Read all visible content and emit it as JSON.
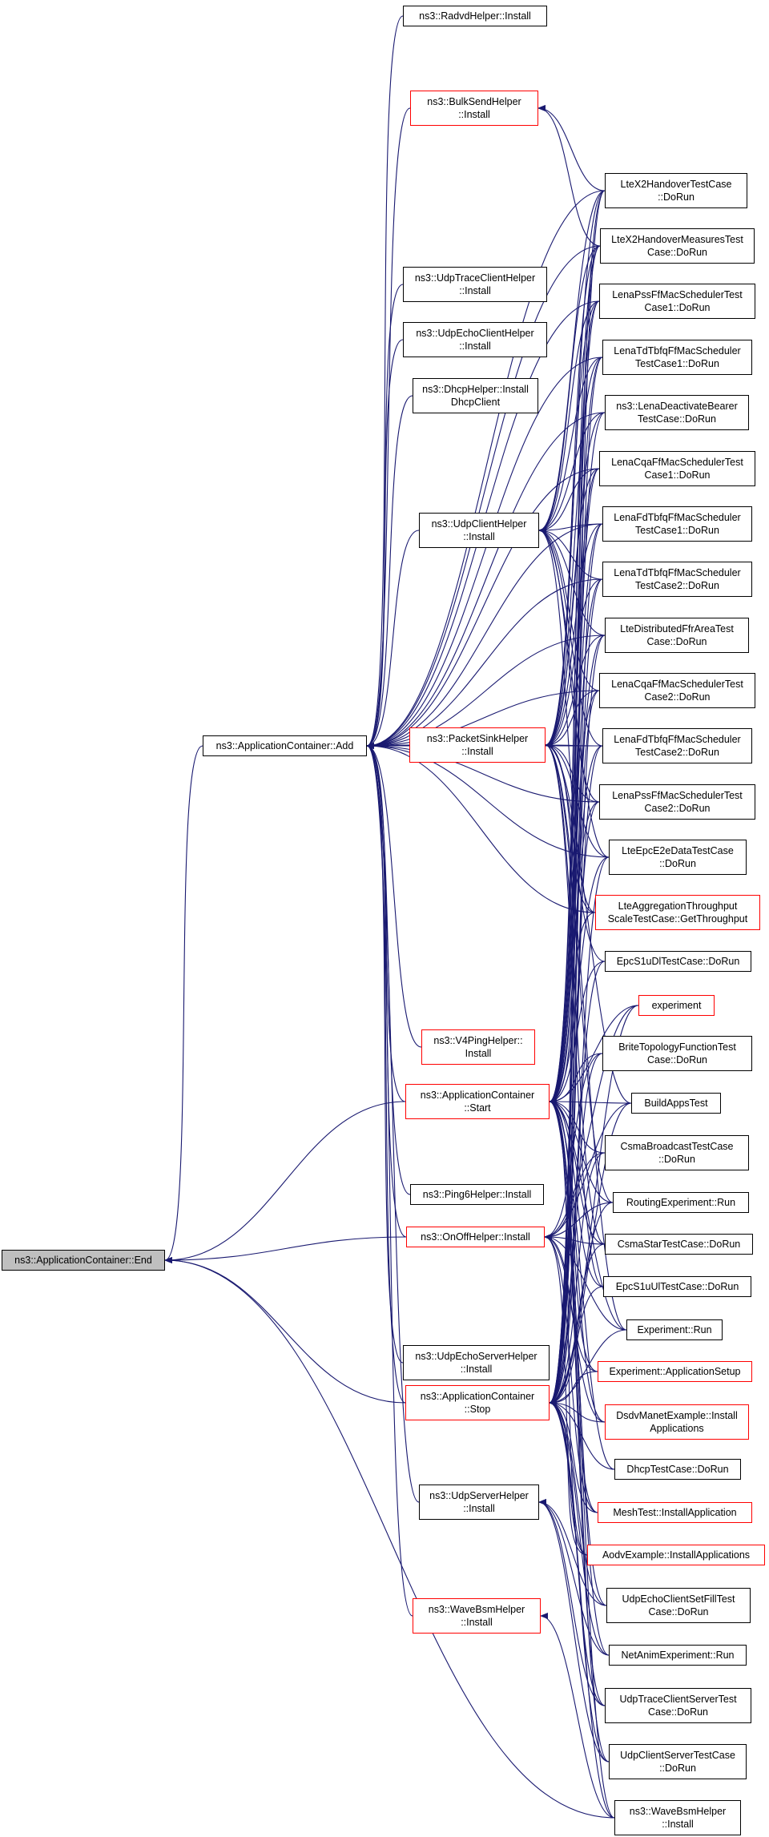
{
  "nodes": [
    {
      "id": "end",
      "label": "ns3::ApplicationContainer::End",
      "red": false,
      "root": true
    },
    {
      "id": "add",
      "label": "ns3::ApplicationContainer::Add",
      "red": false
    },
    {
      "id": "radvd",
      "label": "ns3::RadvdHelper::Install",
      "red": false
    },
    {
      "id": "bulksend",
      "label": "ns3::BulkSendHelper\n::Install",
      "red": true
    },
    {
      "id": "udptraceclient",
      "label": "ns3::UdpTraceClientHelper\n::Install",
      "red": false
    },
    {
      "id": "udpechoclient",
      "label": "ns3::UdpEchoClientHelper\n::Install",
      "red": false
    },
    {
      "id": "dhcp",
      "label": "ns3::DhcpHelper::Install\nDhcpClient",
      "red": false
    },
    {
      "id": "udpclient",
      "label": "ns3::UdpClientHelper\n::Install",
      "red": false
    },
    {
      "id": "packetsink",
      "label": "ns3::PacketSinkHelper\n::Install",
      "red": true
    },
    {
      "id": "v4ping",
      "label": "ns3::V4PingHelper::\nInstall",
      "red": true
    },
    {
      "id": "start",
      "label": "ns3::ApplicationContainer\n::Start",
      "red": true
    },
    {
      "id": "ping6",
      "label": "ns3::Ping6Helper::Install",
      "red": false
    },
    {
      "id": "onoff",
      "label": "ns3::OnOffHelper::Install",
      "red": true
    },
    {
      "id": "udpechoserver",
      "label": "ns3::UdpEchoServerHelper\n::Install",
      "red": false
    },
    {
      "id": "stop",
      "label": "ns3::ApplicationContainer\n::Stop",
      "red": true
    },
    {
      "id": "udpserver",
      "label": "ns3::UdpServerHelper\n::Install",
      "red": false
    },
    {
      "id": "wavebsm",
      "label": "ns3::WaveBsmHelper\n::Install",
      "red": true
    },
    {
      "id": "x2ho",
      "label": "LteX2HandoverTestCase\n::DoRun",
      "red": false
    },
    {
      "id": "x2hom",
      "label": "LteX2HandoverMeasuresTest\nCase::DoRun",
      "red": false
    },
    {
      "id": "pss1",
      "label": "LenaPssFfMacSchedulerTest\nCase1::DoRun",
      "red": false
    },
    {
      "id": "tdtbfq1",
      "label": "LenaTdTbfqFfMacScheduler\nTestCase1::DoRun",
      "red": false
    },
    {
      "id": "deact",
      "label": "ns3::LenaDeactivateBearer\nTestCase::DoRun",
      "red": false
    },
    {
      "id": "cqa1",
      "label": "LenaCqaFfMacSchedulerTest\nCase1::DoRun",
      "red": false
    },
    {
      "id": "fdtbfq1",
      "label": "LenaFdTbfqFfMacScheduler\nTestCase1::DoRun",
      "red": false
    },
    {
      "id": "tdtbfq2",
      "label": "LenaTdTbfqFfMacScheduler\nTestCase2::DoRun",
      "red": false
    },
    {
      "id": "dffr",
      "label": "LteDistributedFfrAreaTest\nCase::DoRun",
      "red": false
    },
    {
      "id": "cqa2",
      "label": "LenaCqaFfMacSchedulerTest\nCase2::DoRun",
      "red": false
    },
    {
      "id": "fdtbfq2",
      "label": "LenaFdTbfqFfMacScheduler\nTestCase2::DoRun",
      "red": false
    },
    {
      "id": "pss2",
      "label": "LenaPssFfMacSchedulerTest\nCase2::DoRun",
      "red": false
    },
    {
      "id": "epce2e",
      "label": "LteEpcE2eDataTestCase\n::DoRun",
      "red": false
    },
    {
      "id": "aggr",
      "label": "LteAggregationThroughput\nScaleTestCase::GetThroughput",
      "red": true
    },
    {
      "id": "s1udl",
      "label": "EpcS1uDlTestCase::DoRun",
      "red": false
    },
    {
      "id": "experiment",
      "label": "experiment",
      "red": true
    },
    {
      "id": "brite",
      "label": "BriteTopologyFunctionTest\nCase::DoRun",
      "red": false
    },
    {
      "id": "buildapps",
      "label": "BuildAppsTest",
      "red": false
    },
    {
      "id": "csmabc",
      "label": "CsmaBroadcastTestCase\n::DoRun",
      "red": false
    },
    {
      "id": "routing",
      "label": "RoutingExperiment::Run",
      "red": false
    },
    {
      "id": "csmastar",
      "label": "CsmaStarTestCase::DoRun",
      "red": false
    },
    {
      "id": "s1uul",
      "label": "EpcS1uUlTestCase::DoRun",
      "red": false
    },
    {
      "id": "exprun",
      "label": "Experiment::Run",
      "red": false
    },
    {
      "id": "appsetup",
      "label": "Experiment::ApplicationSetup",
      "red": true
    },
    {
      "id": "dsdv",
      "label": "DsdvManetExample::Install\nApplications",
      "red": true
    },
    {
      "id": "dhcptest",
      "label": "DhcpTestCase::DoRun",
      "red": false
    },
    {
      "id": "mesh",
      "label": "MeshTest::InstallApplication",
      "red": true
    },
    {
      "id": "aodv",
      "label": "AodvExample::InstallApplications",
      "red": true
    },
    {
      "id": "udpechofill",
      "label": "UdpEchoClientSetFillTest\nCase::DoRun",
      "red": false
    },
    {
      "id": "netanim",
      "label": "NetAnimExperiment::Run",
      "red": false
    },
    {
      "id": "udptcs",
      "label": "UdpTraceClientServerTest\nCase::DoRun",
      "red": false
    },
    {
      "id": "udpcs",
      "label": "UdpClientServerTestCase\n::DoRun",
      "red": false
    },
    {
      "id": "wavebsm2",
      "label": "ns3::WaveBsmHelper\n::Install",
      "red": false
    }
  ],
  "edges": [
    [
      "add",
      "end"
    ],
    [
      "start",
      "end"
    ],
    [
      "onoff",
      "end"
    ],
    [
      "stop",
      "end"
    ],
    [
      "wavebsm2",
      "end"
    ],
    [
      "radvd",
      "add"
    ],
    [
      "bulksend",
      "add"
    ],
    [
      "udptraceclient",
      "add"
    ],
    [
      "udpechoclient",
      "add"
    ],
    [
      "dhcp",
      "add"
    ],
    [
      "udpclient",
      "add"
    ],
    [
      "packetsink",
      "add"
    ],
    [
      "v4ping",
      "add"
    ],
    [
      "start",
      "add"
    ],
    [
      "ping6",
      "add"
    ],
    [
      "onoff",
      "add"
    ],
    [
      "udpechoserver",
      "add"
    ],
    [
      "stop",
      "add"
    ],
    [
      "udpserver",
      "add"
    ],
    [
      "wavebsm",
      "add"
    ],
    [
      "x2ho",
      "add"
    ],
    [
      "x2hom",
      "add"
    ],
    [
      "pss1",
      "add"
    ],
    [
      "tdtbfq1",
      "add"
    ],
    [
      "deact",
      "add"
    ],
    [
      "cqa1",
      "add"
    ],
    [
      "fdtbfq1",
      "add"
    ],
    [
      "tdtbfq2",
      "add"
    ],
    [
      "dffr",
      "add"
    ],
    [
      "cqa2",
      "add"
    ],
    [
      "fdtbfq2",
      "add"
    ],
    [
      "pss2",
      "add"
    ],
    [
      "aggr",
      "add"
    ],
    [
      "epce2e",
      "add"
    ],
    [
      "x2ho",
      "bulksend"
    ],
    [
      "x2hom",
      "bulksend"
    ],
    [
      "x2ho",
      "udpclient"
    ],
    [
      "x2hom",
      "udpclient"
    ],
    [
      "pss1",
      "udpclient"
    ],
    [
      "tdtbfq1",
      "udpclient"
    ],
    [
      "deact",
      "udpclient"
    ],
    [
      "cqa1",
      "udpclient"
    ],
    [
      "fdtbfq1",
      "udpclient"
    ],
    [
      "tdtbfq2",
      "udpclient"
    ],
    [
      "dffr",
      "udpclient"
    ],
    [
      "cqa2",
      "udpclient"
    ],
    [
      "fdtbfq2",
      "udpclient"
    ],
    [
      "pss2",
      "udpclient"
    ],
    [
      "epce2e",
      "udpclient"
    ],
    [
      "aggr",
      "udpclient"
    ],
    [
      "x2ho",
      "packetsink"
    ],
    [
      "x2hom",
      "packetsink"
    ],
    [
      "pss1",
      "packetsink"
    ],
    [
      "tdtbfq1",
      "packetsink"
    ],
    [
      "deact",
      "packetsink"
    ],
    [
      "cqa1",
      "packetsink"
    ],
    [
      "fdtbfq1",
      "packetsink"
    ],
    [
      "tdtbfq2",
      "packetsink"
    ],
    [
      "dffr",
      "packetsink"
    ],
    [
      "cqa2",
      "packetsink"
    ],
    [
      "fdtbfq2",
      "packetsink"
    ],
    [
      "pss2",
      "packetsink"
    ],
    [
      "epce2e",
      "packetsink"
    ],
    [
      "aggr",
      "packetsink"
    ],
    [
      "s1udl",
      "packetsink"
    ],
    [
      "s1uul",
      "packetsink"
    ],
    [
      "buildapps",
      "packetsink"
    ],
    [
      "exprun",
      "packetsink"
    ],
    [
      "routing",
      "packetsink"
    ],
    [
      "csmastar",
      "packetsink"
    ],
    [
      "x2ho",
      "start"
    ],
    [
      "x2hom",
      "start"
    ],
    [
      "pss1",
      "start"
    ],
    [
      "tdtbfq1",
      "start"
    ],
    [
      "deact",
      "start"
    ],
    [
      "cqa1",
      "start"
    ],
    [
      "fdtbfq1",
      "start"
    ],
    [
      "tdtbfq2",
      "start"
    ],
    [
      "dffr",
      "start"
    ],
    [
      "cqa2",
      "start"
    ],
    [
      "fdtbfq2",
      "start"
    ],
    [
      "pss2",
      "start"
    ],
    [
      "epce2e",
      "start"
    ],
    [
      "aggr",
      "start"
    ],
    [
      "s1udl",
      "start"
    ],
    [
      "experiment",
      "start"
    ],
    [
      "brite",
      "start"
    ],
    [
      "buildapps",
      "start"
    ],
    [
      "csmabc",
      "start"
    ],
    [
      "routing",
      "start"
    ],
    [
      "csmastar",
      "start"
    ],
    [
      "s1uul",
      "start"
    ],
    [
      "exprun",
      "start"
    ],
    [
      "appsetup",
      "start"
    ],
    [
      "dsdv",
      "start"
    ],
    [
      "dhcptest",
      "start"
    ],
    [
      "mesh",
      "start"
    ],
    [
      "aodv",
      "start"
    ],
    [
      "udpechofill",
      "start"
    ],
    [
      "netanim",
      "start"
    ],
    [
      "udptcs",
      "start"
    ],
    [
      "udpcs",
      "start"
    ],
    [
      "wavebsm2",
      "start"
    ],
    [
      "experiment",
      "onoff"
    ],
    [
      "brite",
      "onoff"
    ],
    [
      "buildapps",
      "onoff"
    ],
    [
      "csmabc",
      "onoff"
    ],
    [
      "routing",
      "onoff"
    ],
    [
      "csmastar",
      "onoff"
    ],
    [
      "exprun",
      "onoff"
    ],
    [
      "appsetup",
      "onoff"
    ],
    [
      "dsdv",
      "onoff"
    ],
    [
      "aodv",
      "onoff"
    ],
    [
      "mesh",
      "onoff"
    ],
    [
      "x2ho",
      "stop"
    ],
    [
      "x2hom",
      "stop"
    ],
    [
      "pss1",
      "stop"
    ],
    [
      "tdtbfq1",
      "stop"
    ],
    [
      "cqa1",
      "stop"
    ],
    [
      "fdtbfq1",
      "stop"
    ],
    [
      "tdtbfq2",
      "stop"
    ],
    [
      "dffr",
      "stop"
    ],
    [
      "cqa2",
      "stop"
    ],
    [
      "fdtbfq2",
      "stop"
    ],
    [
      "pss2",
      "stop"
    ],
    [
      "epce2e",
      "stop"
    ],
    [
      "s1udl",
      "stop"
    ],
    [
      "experiment",
      "stop"
    ],
    [
      "brite",
      "stop"
    ],
    [
      "buildapps",
      "stop"
    ],
    [
      "csmabc",
      "stop"
    ],
    [
      "routing",
      "stop"
    ],
    [
      "csmastar",
      "stop"
    ],
    [
      "s1uul",
      "stop"
    ],
    [
      "exprun",
      "stop"
    ],
    [
      "appsetup",
      "stop"
    ],
    [
      "dsdv",
      "stop"
    ],
    [
      "dhcptest",
      "stop"
    ],
    [
      "mesh",
      "stop"
    ],
    [
      "aodv",
      "stop"
    ],
    [
      "udpechofill",
      "stop"
    ],
    [
      "netanim",
      "stop"
    ],
    [
      "udptcs",
      "stop"
    ],
    [
      "udpcs",
      "stop"
    ],
    [
      "wavebsm2",
      "stop"
    ],
    [
      "udpechofill",
      "udpserver"
    ],
    [
      "netanim",
      "udpserver"
    ],
    [
      "udptcs",
      "udpserver"
    ],
    [
      "udpcs",
      "udpserver"
    ],
    [
      "wavebsm2",
      "wavebsm"
    ]
  ],
  "colors": {
    "edge": "#191970",
    "red_border": "#ff0000",
    "root_fill": "#bfbfbf"
  }
}
